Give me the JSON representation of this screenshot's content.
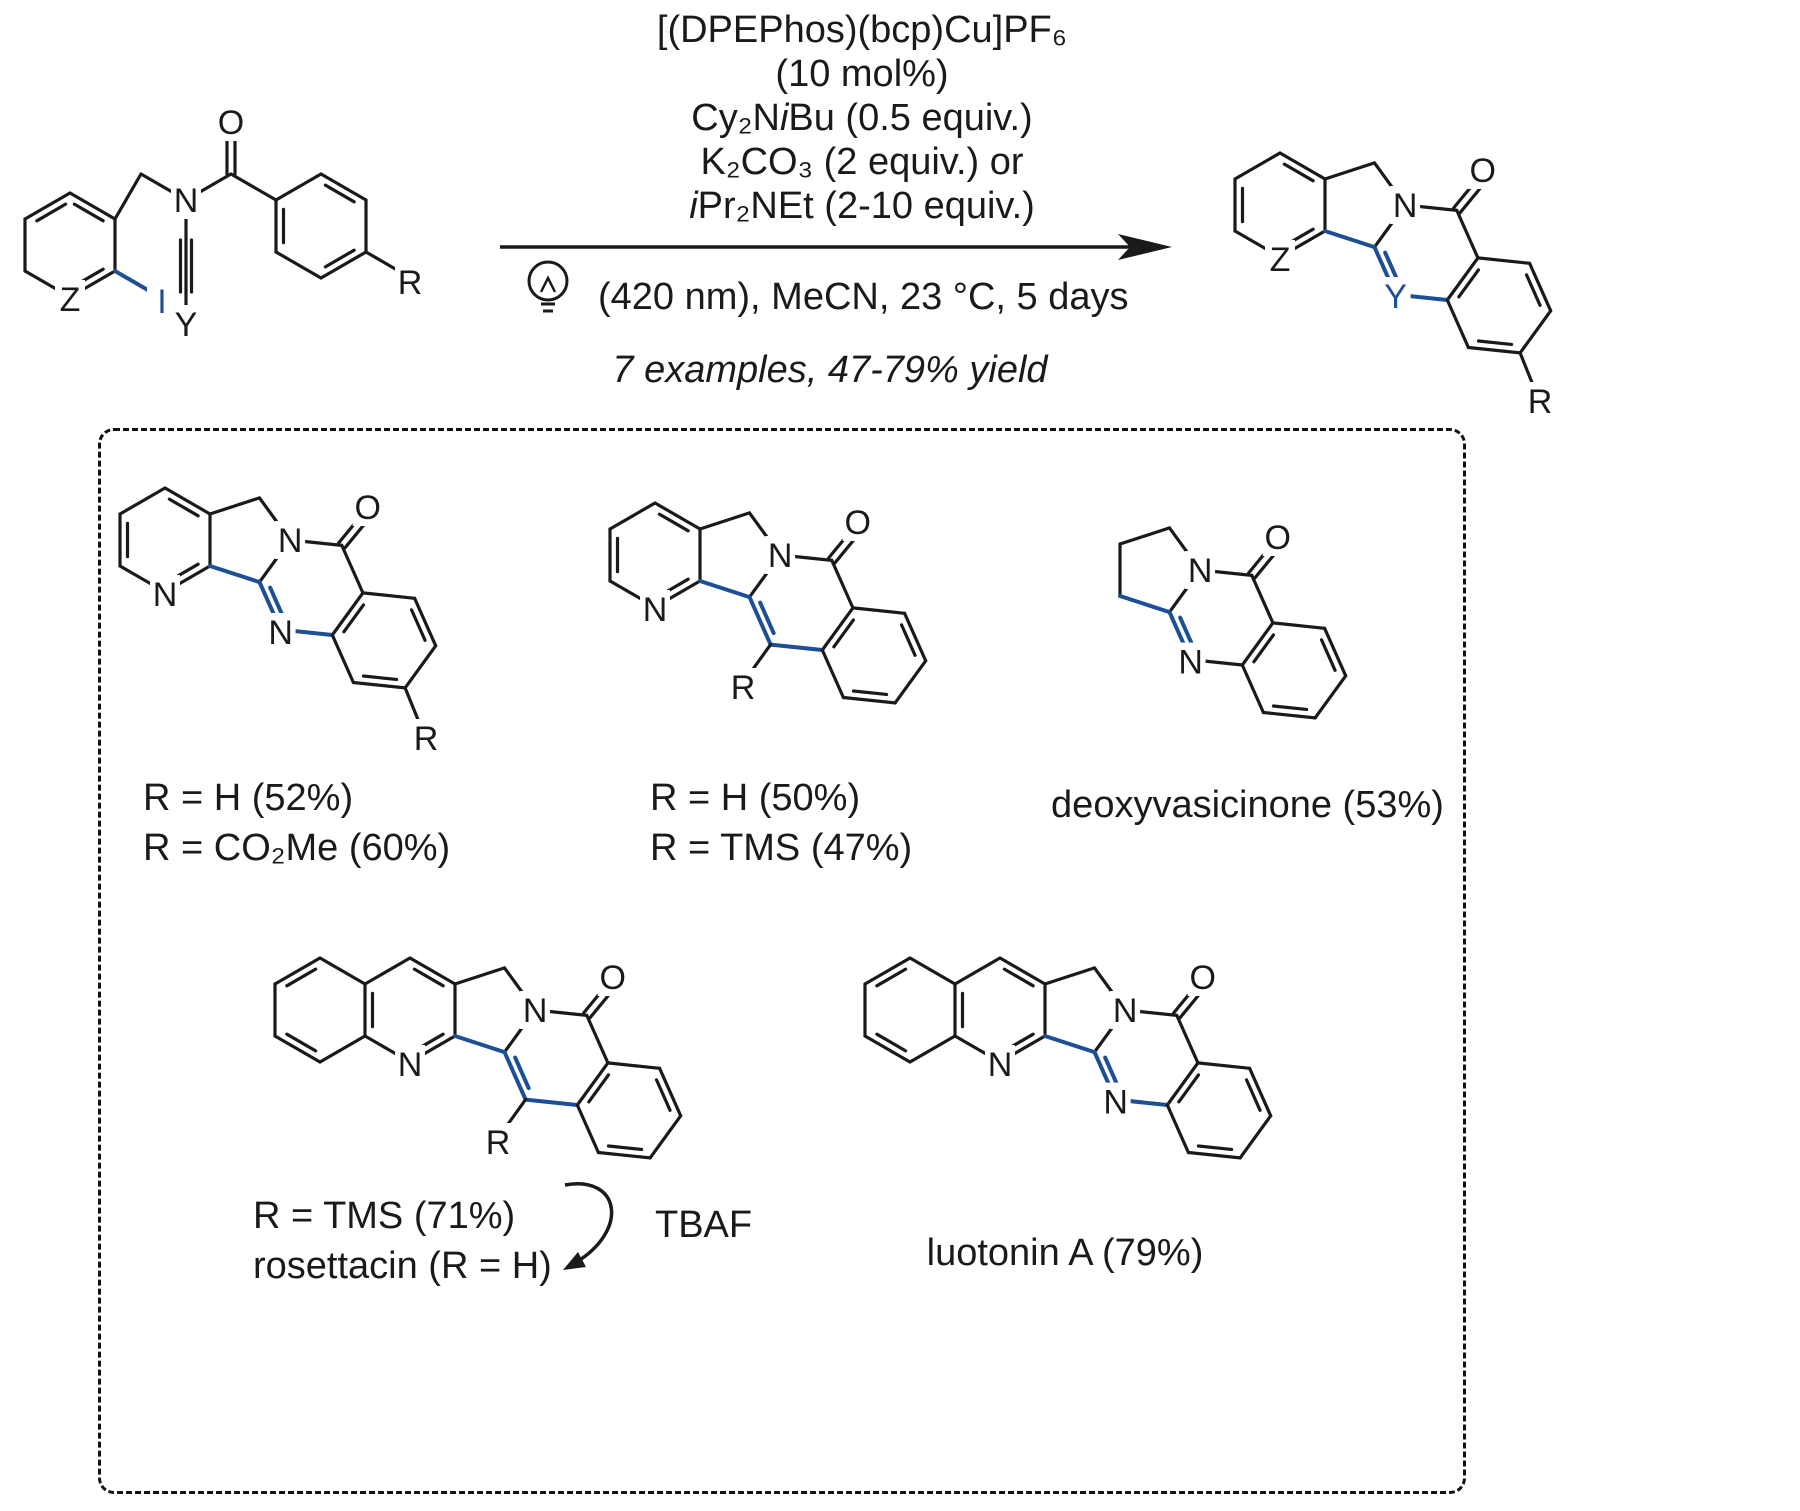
{
  "atoms": {
    "N": "N",
    "O": "O",
    "Z": "Z",
    "Y": "Y",
    "R": "R",
    "I": "I"
  },
  "reaction": {
    "catalyst_line": "[(DPEPhos)(bcp)Cu]PF₆",
    "loading_line": "(10 mol%)",
    "amine_prefix": "Cy₂N",
    "amine_italic": "i",
    "amine_suffix": "Bu (0.5 equiv.)",
    "base_line": "K₂CO₃ (2 equiv.) or",
    "base2_italic": "i",
    "base2_suffix": "Pr₂NEt (2-10 equiv.)",
    "light_conditions": "(420 nm), MeCN, 23 °C, 5 days",
    "scope_summary": "7 examples, 47-79% yield"
  },
  "examples": {
    "ex1": {
      "line1": "R = H (52%)",
      "line2": "R = CO₂Me (60%)"
    },
    "ex2": {
      "line1": "R = H (50%)",
      "line2": "R = TMS (47%)"
    },
    "ex3": {
      "label": "deoxyvasicinone (53%)"
    },
    "ex4": {
      "line1": "R = TMS (71%)",
      "line2": "rosettacin (R = H)",
      "arrow_label": "TBAF"
    },
    "ex5": {
      "label": "luotonin A (79%)"
    }
  }
}
